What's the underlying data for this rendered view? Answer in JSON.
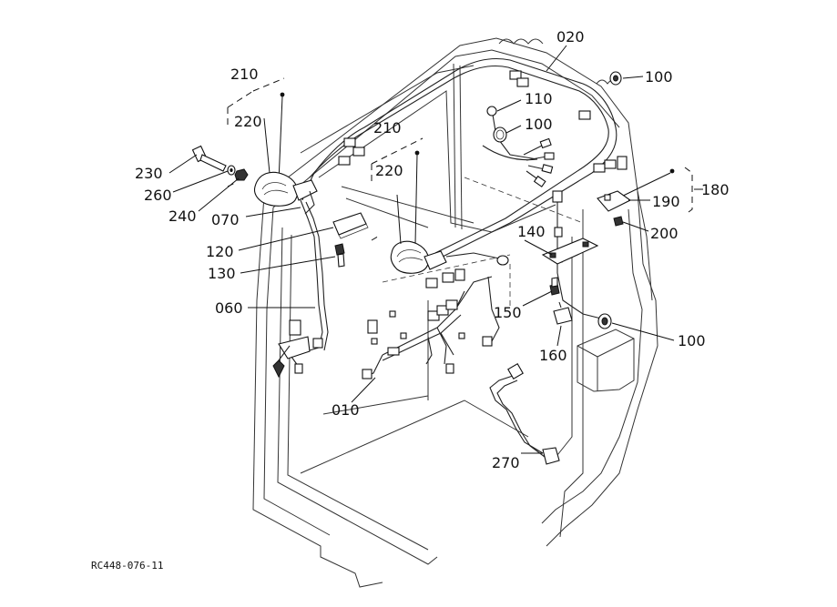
{
  "diagram": {
    "ref_code": "RC448-076-11",
    "labels": [
      {
        "id": "020",
        "text": "020"
      },
      {
        "id": "100a",
        "text": "100"
      },
      {
        "id": "110",
        "text": "110"
      },
      {
        "id": "100b",
        "text": "100"
      },
      {
        "id": "210a",
        "text": "210"
      },
      {
        "id": "220a",
        "text": "220"
      },
      {
        "id": "230",
        "text": "230"
      },
      {
        "id": "260",
        "text": "260"
      },
      {
        "id": "240",
        "text": "240"
      },
      {
        "id": "070",
        "text": "070"
      },
      {
        "id": "210b",
        "text": "210"
      },
      {
        "id": "220b",
        "text": "220"
      },
      {
        "id": "120",
        "text": "120"
      },
      {
        "id": "130",
        "text": "130"
      },
      {
        "id": "060",
        "text": "060"
      },
      {
        "id": "010",
        "text": "010"
      },
      {
        "id": "140",
        "text": "140"
      },
      {
        "id": "150",
        "text": "150"
      },
      {
        "id": "160",
        "text": "160"
      },
      {
        "id": "180",
        "text": "180"
      },
      {
        "id": "190",
        "text": "190"
      },
      {
        "id": "200",
        "text": "200"
      },
      {
        "id": "100c",
        "text": "100"
      },
      {
        "id": "270",
        "text": "270"
      }
    ]
  }
}
